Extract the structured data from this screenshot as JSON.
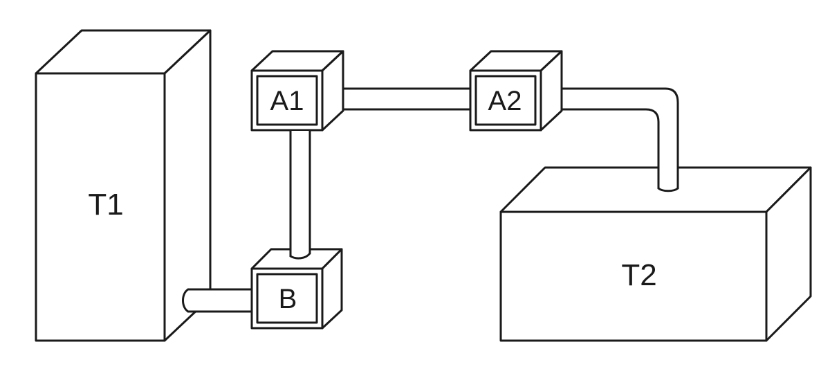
{
  "diagram": {
    "labels": {
      "tank_1": "T1",
      "tank_2": "T2",
      "unit_a1": "A1",
      "unit_a2": "A2",
      "unit_b": "B"
    },
    "colors": {
      "stroke": "#1a1a1a",
      "fill": "#ffffff"
    }
  }
}
